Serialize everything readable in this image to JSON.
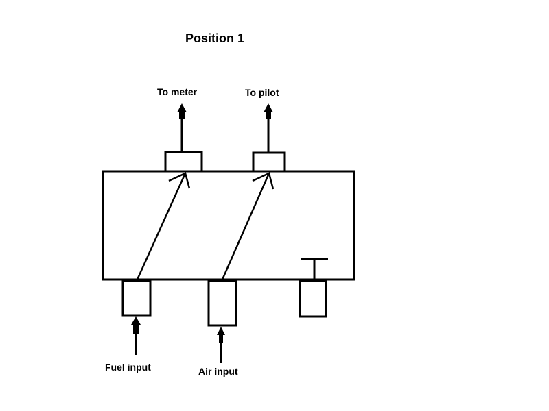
{
  "title": "Position 1",
  "labels": {
    "to_meter": "To meter",
    "to_pilot": "To pilot",
    "fuel_input": "Fuel input",
    "air_input": "Air input"
  },
  "colors": {
    "stroke": "#000000",
    "background": "#ffffff"
  }
}
